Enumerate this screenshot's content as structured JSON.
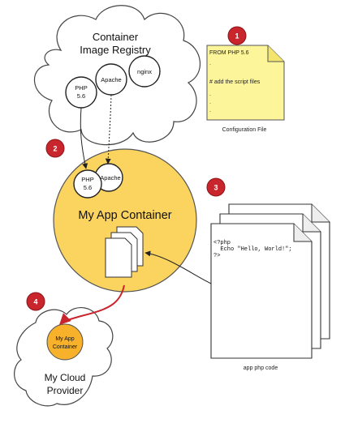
{
  "registry": {
    "title_line1": "Container",
    "title_line2": "Image Registry",
    "images": [
      {
        "line1": "PHP",
        "line2": "5.6"
      },
      {
        "line1": "Apache",
        "line2": ""
      },
      {
        "line1": "nginx",
        "line2": ""
      }
    ]
  },
  "config_file": {
    "lines": [
      "FROM PHP 5.6",
      ".",
      "# add the script files",
      ".",
      ".",
      "."
    ],
    "caption": "Configuration File"
  },
  "app_container": {
    "title": "My App Container",
    "images": [
      {
        "line1": "PHP",
        "line2": "5.6"
      },
      {
        "line1": "Apache",
        "line2": ""
      }
    ]
  },
  "code_doc": {
    "lines": [
      "<?php",
      "  Echo \"Hello, World!\";",
      "?>"
    ],
    "caption": "app php code"
  },
  "cloud": {
    "container_line1": "My App",
    "container_line2": "Container",
    "title_line1": "My Cloud",
    "title_line2": "Provider"
  },
  "steps": [
    "1",
    "2",
    "3",
    "4"
  ],
  "colors": {
    "badge": "#c9252c",
    "container_fill": "#fbd35f",
    "cloud_container_fill": "#f7b12b",
    "note_fill": "#fdf59a",
    "deploy_arrow": "#c9252c"
  }
}
